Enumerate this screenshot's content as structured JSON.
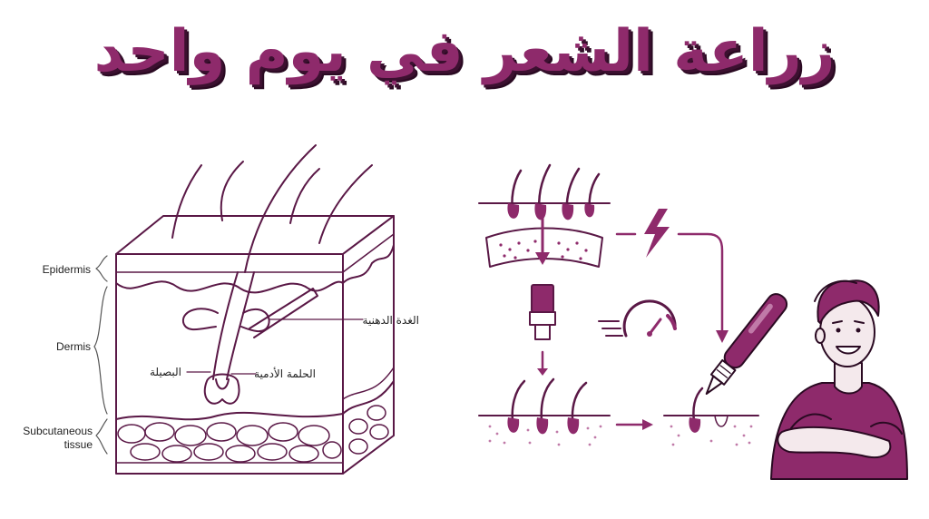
{
  "title": "زراعة الشعر في يوم واحد",
  "colors": {
    "primary": "#8e2a6b",
    "dark": "#5a1846",
    "shadow": "#2a0a22",
    "text": "#222222"
  },
  "skin_diagram": {
    "layers": [
      {
        "id": "epidermis",
        "label": "Epidermis"
      },
      {
        "id": "dermis",
        "label": "Dermis"
      },
      {
        "id": "subcutaneous",
        "label_line1": "Subcutaneous",
        "label_line2": "tissue"
      }
    ],
    "structures": [
      {
        "id": "sebaceous_gland",
        "label": "الغدة الدهنية"
      },
      {
        "id": "bulb",
        "label": "البصيلة"
      },
      {
        "id": "dermal_papilla",
        "label": "الحلمة الأدمية"
      }
    ]
  },
  "process_icons": [
    "scalp-graft-icon",
    "fue-punch-icon",
    "lightning-icon",
    "speedometer-icon",
    "implanter-pen-icon",
    "implanted-follicles-icon",
    "new-graft-icon",
    "happy-man-icon"
  ]
}
